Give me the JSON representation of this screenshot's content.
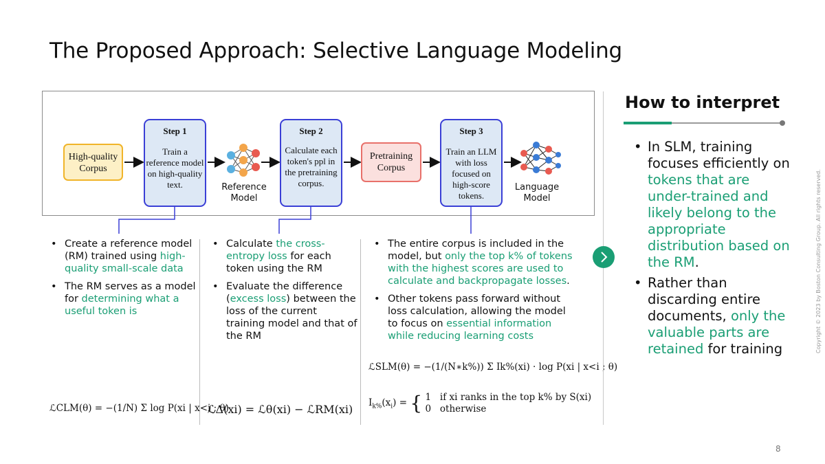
{
  "title": "The Proposed Approach: Selective Language Modeling",
  "diagram": {
    "hq_corpus": "High-quality Corpus",
    "step1": {
      "title": "Step 1",
      "text": "Train a reference model on high-quality text."
    },
    "ref_model_label": "Reference Model",
    "step2": {
      "title": "Step 2",
      "text": "Calculate each token's ppl in the pretraining corpus."
    },
    "pretraining_corpus": "Pretraining Corpus",
    "step3": {
      "title": "Step 3",
      "text": "Train an LLM with loss focused on high-score tokens."
    },
    "lm_label": "Language Model"
  },
  "col1": {
    "b1_a": "Create a reference model (RM) trained using ",
    "b1_hl": "high-quality small-scale data",
    "b2_a": "The RM serves as a model for ",
    "b2_hl": "determining what a useful token is"
  },
  "col2": {
    "b1_a": "Calculate ",
    "b1_hl": "the cross-entropy loss",
    "b1_b": " for each token using the RM",
    "b2_a": "Evaluate the difference (",
    "b2_hl": "excess loss",
    "b2_b": ") between the loss of the current training model and that of the RM"
  },
  "col3": {
    "b1_a": "The entire corpus is included in the model, but ",
    "b1_hl": "only the top k% of tokens with the highest scores are used to calculate and backpropagate losses",
    "b1_b": ".",
    "b2_a": "Other tokens pass forward without loss calculation, allowing the model to focus on ",
    "b2_hl": "essential information while reducing learning costs"
  },
  "formulas": {
    "clm": "ℒCLM(θ) = −(1/N) Σ log P(xi | x<i ; θ)",
    "delta": "ℒΔ(xi) = ℒθ(xi) − ℒRM(xi)",
    "slm": "ℒSLM(θ) = −(1/(N∗k%)) Σ Ik%(xi) · log P(xi | x<i ; θ)",
    "ik_case1": "if xi ranks in the top k% by S(xi)",
    "ik_case2": "otherwise"
  },
  "interpret": {
    "title": "How to interpret",
    "b1_a": "In SLM, training focuses efficiently on ",
    "b1_hl": "tokens that are under-trained and likely belong to the appropriate distribution based on the RM",
    "b1_b": ".",
    "b2_a": "Rather than discarding entire documents, ",
    "b2_hl": "only the valuable parts are retained",
    "b2_b": " for training"
  },
  "copyright": "Copyright © 2023 by Boston Consulting Group. All rights reserved.",
  "page_number": "8",
  "colors": {
    "accent": "#1a9e74",
    "step_border": "#3a3fd6",
    "corpus_border": "#f0b429",
    "pretrain_border": "#e8706a"
  }
}
